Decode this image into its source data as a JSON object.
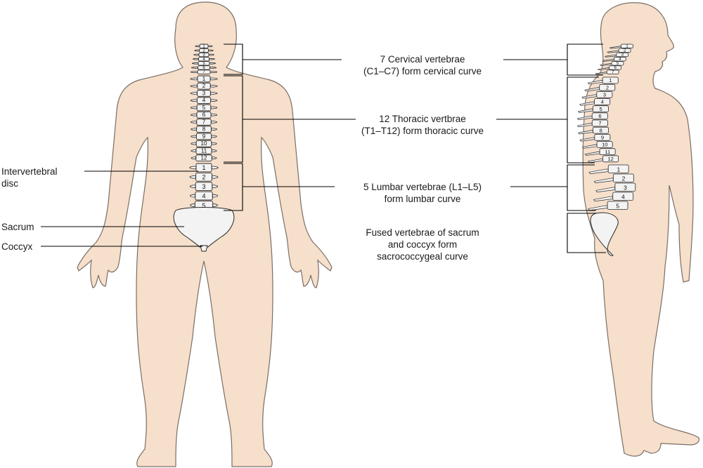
{
  "colors": {
    "skin": "#f6dfcb",
    "skin_outline": "#7a6e66",
    "bone": "#f3f3f3",
    "bone_outline": "#2a2a2a",
    "line": "#000000",
    "text": "#1a1a1a"
  },
  "labels": {
    "cervical_line1": "7 Cervical vertebrae",
    "cervical_line2": "(C1–C7) form cervical curve",
    "thoracic_line1": "12 Thoracic vertbrae",
    "thoracic_line2": "(T1–T12) form thoracic curve",
    "lumbar_line1": "5 Lumbar vertebrae (L1–L5)",
    "lumbar_line2": "form lumbar curve",
    "sacral_line1": "Fused vertebrae of sacrum",
    "sacral_line2": "and coccyx form",
    "sacral_line3": "sacrococcygeal curve",
    "intervertebral_line1": "Intervertebral",
    "intervertebral_line2": "disc",
    "sacrum": "Sacrum",
    "coccyx": "Coccyx"
  },
  "vertebra_numbers": {
    "cervical": [
      "1",
      "2",
      "3",
      "4",
      "5",
      "6",
      "7"
    ],
    "thoracic": [
      "1",
      "2",
      "3",
      "4",
      "5",
      "6",
      "7",
      "8",
      "9",
      "10",
      "11",
      "12"
    ],
    "lumbar": [
      "1",
      "2",
      "3",
      "4",
      "5"
    ]
  }
}
